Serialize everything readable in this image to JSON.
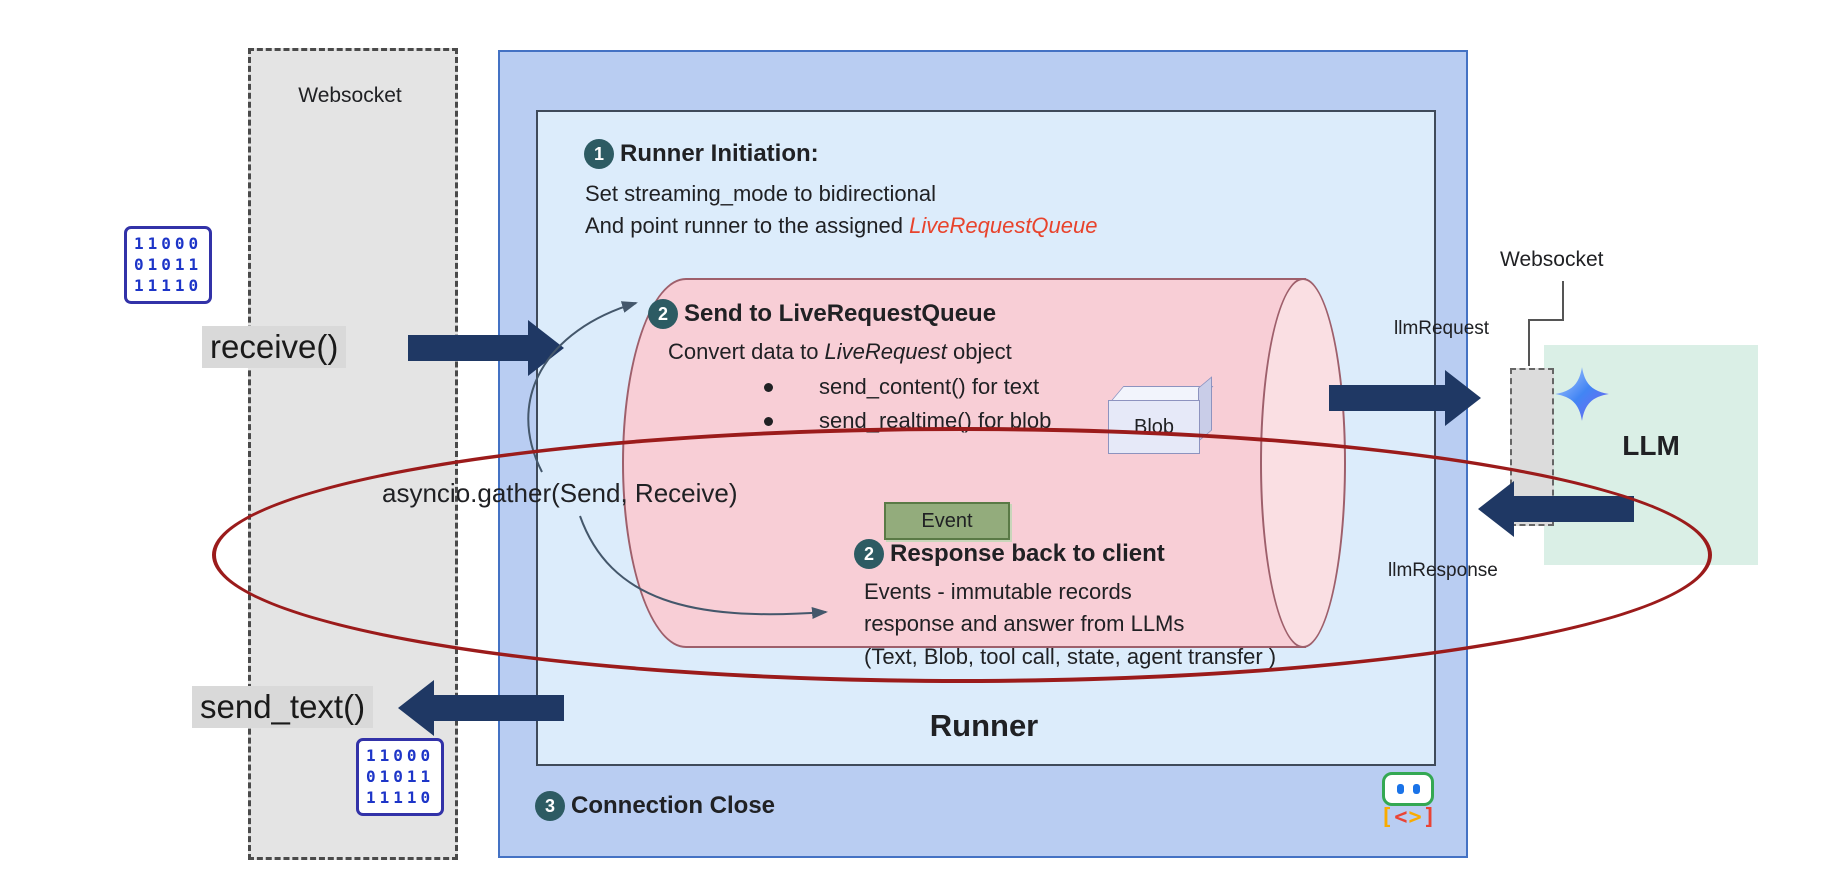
{
  "colors": {
    "arrow_navy": "#1f3864",
    "loop_red": "#9b1b1b",
    "queue_pink": "#f8ced6",
    "runner_outer_blue": "#b9cdf2",
    "runner_inner_blue": "#dcecfb",
    "llm_mint": "#daefe6",
    "accent_red_text": "#e8432c",
    "step_circle": "#2d5b63"
  },
  "left_panel": {
    "title": "Websocket",
    "receive_label": "receive()",
    "send_label": "send_text()"
  },
  "binary_icon": {
    "rows": [
      "11000",
      "01011",
      "11110"
    ]
  },
  "runner": {
    "label": "Runner",
    "asyncio_label": "asyncio.gather(Send, Receive)",
    "step1": {
      "num": "1",
      "title": "Runner Initiation:",
      "line1": "Set streaming_mode to bidirectional",
      "line2_prefix": "And point runner to the assigned ",
      "line2_em": "LiveRequestQueue"
    },
    "step3": {
      "num": "3",
      "title": "Connection Close"
    },
    "queue": {
      "send": {
        "num": "2",
        "title": "Send to LiveRequestQueue",
        "convert_prefix": "Convert data to ",
        "convert_em": "LiveRequest",
        "convert_suffix": " object",
        "bullets": [
          "send_content() for text",
          "send_realtime() for blob"
        ]
      },
      "blob_label": "Blob",
      "event_label": "Event",
      "response": {
        "num": "2",
        "title": "Response back to client",
        "line1": "Events - immutable records",
        "line2": "response and answer from LLMs",
        "line3": "(Text, Blob, tool call, state, agent transfer )"
      }
    }
  },
  "right": {
    "websocket_label": "Websocket",
    "llm_request_label": "llmRequest",
    "llm_response_label": "llmResponse",
    "llm_label": "LLM"
  },
  "icons": {
    "adk_brackets": {
      "l": "[",
      "lt": "<",
      "gt": ">",
      "r": "]"
    }
  }
}
